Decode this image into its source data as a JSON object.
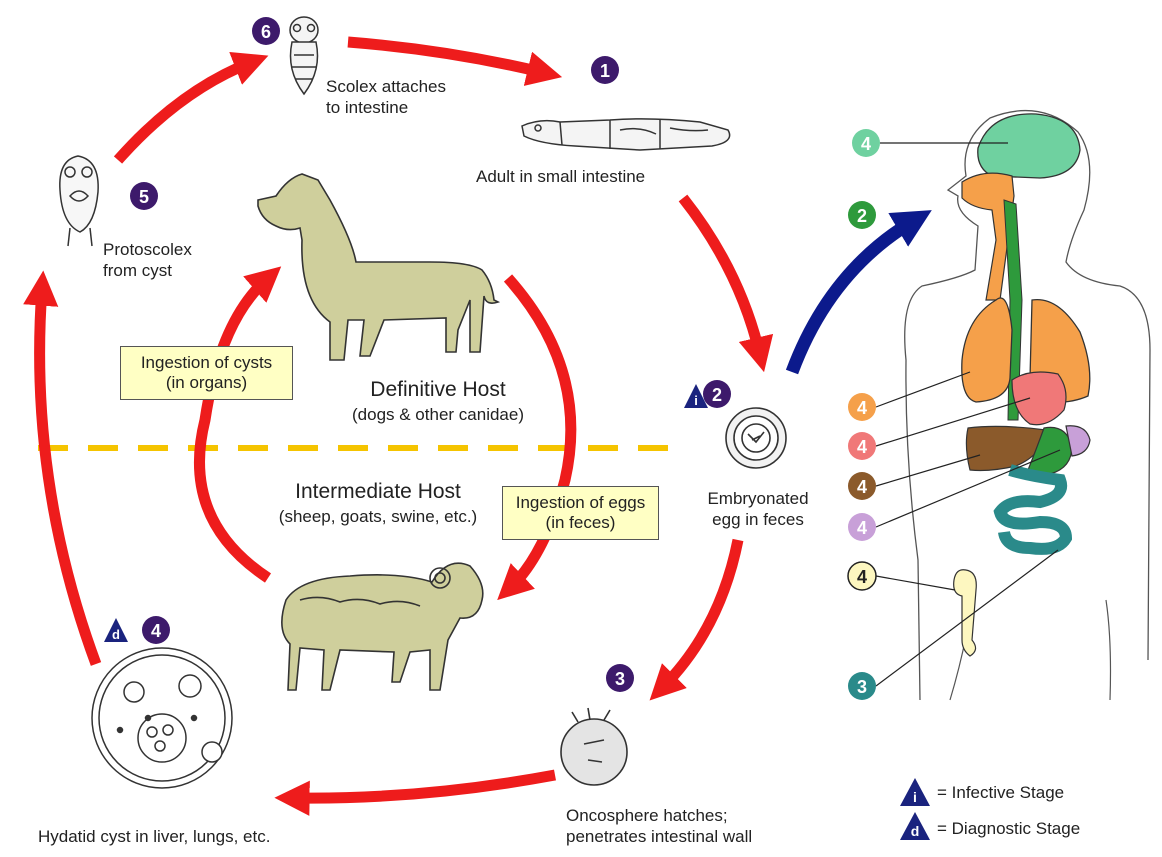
{
  "stages": {
    "s1": {
      "num": "1",
      "label": "Adult in small intestine"
    },
    "s2": {
      "num": "2",
      "label_line1": "Embryonated",
      "label_line2": "egg in feces"
    },
    "s3": {
      "num": "3",
      "label_line1": "Oncosphere hatches;",
      "label_line2": "penetrates intestinal wall"
    },
    "s4": {
      "num": "4",
      "label": "Hydatid cyst in liver, lungs, etc."
    },
    "s5": {
      "num": "5",
      "label_line1": "Protoscolex",
      "label_line2": "from cyst"
    },
    "s6": {
      "num": "6",
      "label_line1": "Scolex attaches",
      "label_line2": "to intestine"
    }
  },
  "hosts": {
    "definitive": {
      "title": "Definitive Host",
      "subtitle": "(dogs & other canidae)"
    },
    "intermediate": {
      "title": "Intermediate Host",
      "subtitle": "(sheep, goats, swine, etc.)"
    }
  },
  "boxes": {
    "cysts": {
      "line1": "Ingestion of cysts",
      "line2": "(in organs)"
    },
    "eggs": {
      "line1": "Ingestion of eggs",
      "line2": "(in feces)"
    }
  },
  "badges": {
    "infective_letter": "i",
    "diagnostic_letter": "d"
  },
  "human_markers": {
    "brain": "4",
    "mouth": "2",
    "lungs": "4",
    "heart": "4",
    "liver": "4",
    "spleen": "4",
    "bone": "4",
    "intestine": "3"
  },
  "legend": {
    "infective": "= Infective Stage",
    "diagnostic": "= Diagnostic Stage",
    "infective_letter": "i",
    "diagnostic_letter": "d"
  },
  "colors": {
    "arrow_red": "#ee1c1c",
    "arrow_blue": "#0c1a8c",
    "stage_purple": "#3d1a6b",
    "badge_blue": "#1a237e",
    "divider": "#f5c400",
    "animal_fill": "#cfcf9c",
    "box_fill": "#ffffc4",
    "organ_brain": "#6fd1a0",
    "organ_lung": "#f5a04a",
    "organ_heart": "#f07878",
    "organ_liver": "#8b5a2b",
    "organ_spleen": "#c8a0d8",
    "organ_intestine": "#2a8a8a",
    "organ_bone": "#fdf7c0",
    "marker_mouth": "#2e9a3c"
  }
}
